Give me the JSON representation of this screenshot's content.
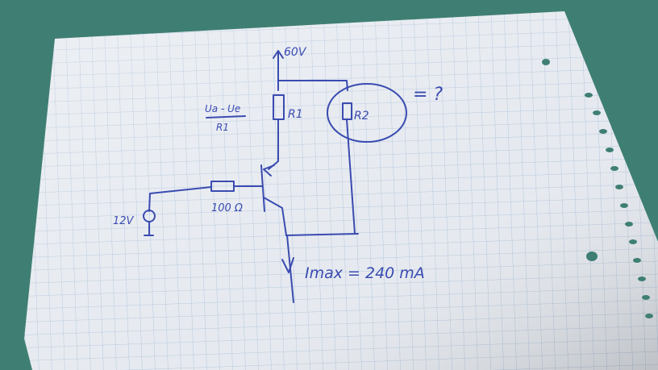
{
  "labels": {
    "supply": "60V",
    "formula_numerator": "Ua - Ue",
    "formula_denominator": "R1",
    "r1": "R1",
    "r2": "R2",
    "question": "= ?",
    "resistor_base": "100 Ω",
    "source_voltage": "12V",
    "current": "Imax = 240 mA"
  },
  "colors": {
    "ink": "#3a4bb0",
    "paper": "#e9edf2",
    "grid": "#9fb6d3",
    "table": "#3f7f73"
  }
}
